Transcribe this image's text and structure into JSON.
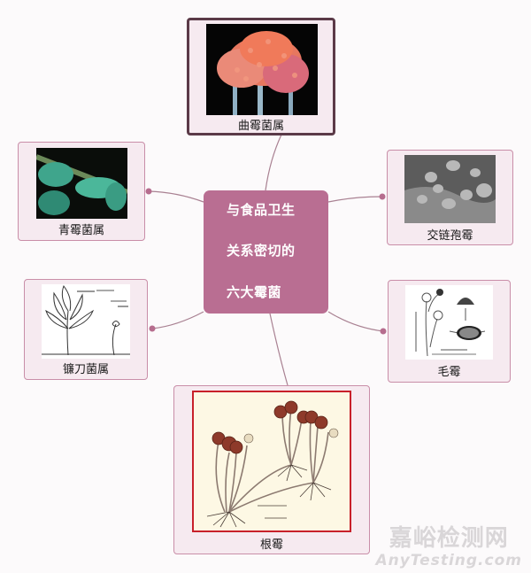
{
  "center_topic": {
    "lines": [
      "与食品卫生",
      "关系密切的",
      "六大霉菌"
    ],
    "color": "#b96e92"
  },
  "nodes": [
    {
      "id": "aspergillus",
      "label": "曲霉菌属",
      "image": "aspergillus-sem-photo",
      "position": "top",
      "selected": true
    },
    {
      "id": "penicillium",
      "label": "青霉菌属",
      "image": "penicillium-sem-photo",
      "position": "upper-left"
    },
    {
      "id": "alternaria",
      "label": "交链孢霉",
      "image": "alternaria-sem-photo",
      "position": "upper-right"
    },
    {
      "id": "fusarium",
      "label": "镰刀菌属",
      "image": "fusarium-line-drawing",
      "position": "lower-left"
    },
    {
      "id": "mucor",
      "label": "毛霉",
      "image": "mucor-line-drawing",
      "position": "lower-right"
    },
    {
      "id": "rhizopus",
      "label": "根霉",
      "image": "rhizopus-illustration",
      "position": "bottom"
    }
  ],
  "colors": {
    "node_fill": "#f6eaf0",
    "node_border": "#c98ea8",
    "selected_border": "#5b3a48",
    "connector": "#a87a8e",
    "connector_dot": "#b66d8e"
  },
  "watermark": {
    "cn": "嘉峪检测网",
    "en": "AnyTesting.com"
  }
}
